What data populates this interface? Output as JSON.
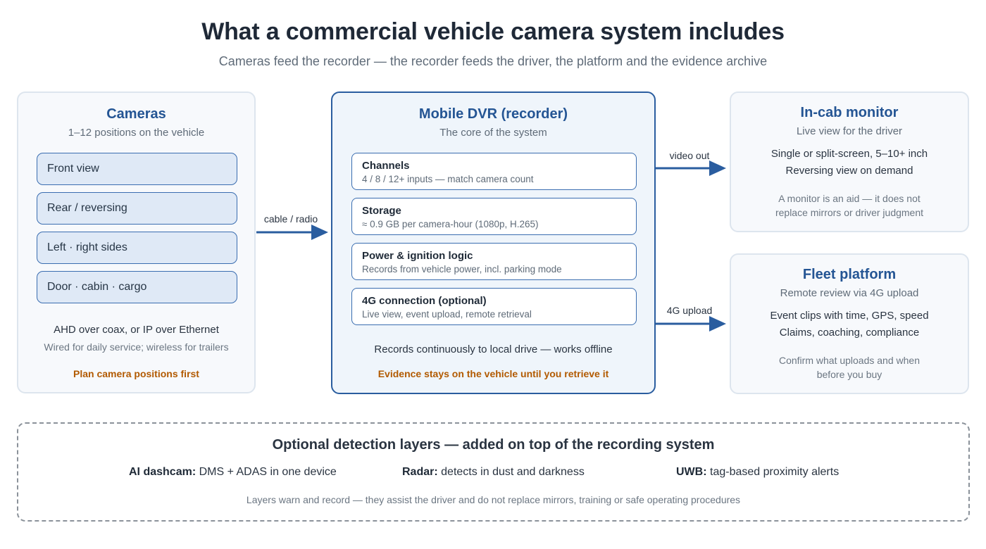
{
  "header": {
    "title": "What a commercial vehicle camera system includes",
    "subtitle": "Cameras feed the recorder — the recorder feeds the driver, the platform and the evidence archive"
  },
  "cameras": {
    "title": "Cameras",
    "subtitle": "1–12 positions on the vehicle",
    "items": [
      "Front view",
      "Rear / reversing",
      "Left · right sides",
      "Door · cabin · cargo"
    ],
    "connection": "AHD over coax, or IP over Ethernet",
    "connection_note": "Wired for daily service; wireless for trailers",
    "tip": "Plan camera positions first"
  },
  "arrows": {
    "cameras_to_dvr": "cable / radio",
    "dvr_to_monitor": "video out",
    "dvr_to_platform": "4G upload"
  },
  "dvr": {
    "title": "Mobile DVR (recorder)",
    "subtitle": "The core of the system",
    "items": [
      {
        "heading": "Channels",
        "detail": "4 / 8 / 12+ inputs — match camera count"
      },
      {
        "heading": "Storage",
        "detail": "≈ 0.9 GB per camera-hour (1080p, H.265)"
      },
      {
        "heading": "Power & ignition logic",
        "detail": "Records from vehicle power, incl. parking mode"
      },
      {
        "heading": "4G connection (optional)",
        "detail": "Live view, event upload, remote retrieval"
      }
    ],
    "note": "Records continuously to local drive — works offline",
    "tip": "Evidence stays on the vehicle until you retrieve it"
  },
  "monitor": {
    "title": "In-cab monitor",
    "subtitle": "Live view for the driver",
    "line1": "Single or split-screen, 5–10+ inch",
    "line2": "Reversing view on demand",
    "note1": "A monitor is an aid — it does not",
    "note2": "replace mirrors or driver judgment"
  },
  "platform": {
    "title": "Fleet platform",
    "subtitle": "Remote review via 4G upload",
    "line1": "Event clips with time, GPS, speed",
    "line2": "Claims, coaching, compliance",
    "note1": "Confirm what uploads and when",
    "note2": "before you buy"
  },
  "layers": {
    "title": "Optional detection layers — added on top of the recording system",
    "items": [
      {
        "name": "AI dashcam:",
        "desc": "DMS + ADAS in one device"
      },
      {
        "name": "Radar:",
        "desc": "detects in dust and darkness"
      },
      {
        "name": "UWB:",
        "desc": "tag-based proximity alerts"
      }
    ],
    "footnote": "Layers warn and record — they assist the driver and do not replace mirrors, training or safe operating procedures"
  },
  "colors": {
    "accent_blue": "#245594",
    "arrow_blue": "#2a5d9f",
    "tip_orange": "#b25a00"
  }
}
